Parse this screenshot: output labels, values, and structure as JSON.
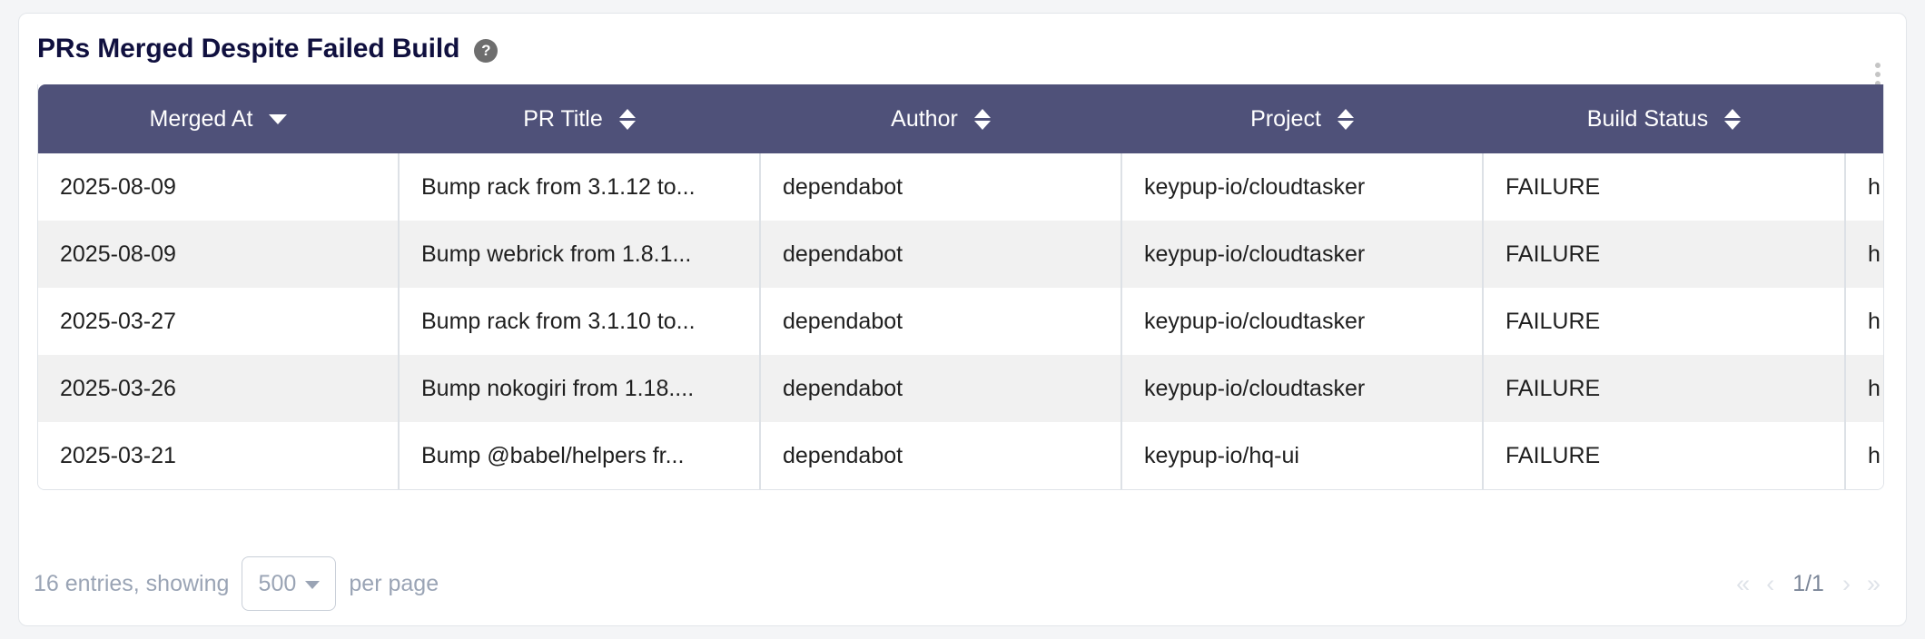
{
  "card": {
    "title": "PRs Merged Despite Failed Build",
    "help_icon": "help-circle-icon",
    "help_label": "?",
    "menu_icon": "kebab-menu-icon",
    "accent_header_color": "#4f5179",
    "title_color": "#10103f",
    "link_color": "#5b8def"
  },
  "table": {
    "columns": [
      {
        "key": "merged_at",
        "label": "Merged At",
        "sort": "desc",
        "icon": "sort-desc-icon"
      },
      {
        "key": "pr_title",
        "label": "PR Title",
        "sort": "none",
        "icon": "sort-both-icon"
      },
      {
        "key": "author",
        "label": "Author",
        "sort": "none",
        "icon": "sort-both-icon"
      },
      {
        "key": "project",
        "label": "Project",
        "sort": "none",
        "icon": "sort-both-icon"
      },
      {
        "key": "build_status",
        "label": "Build Status",
        "sort": "none",
        "icon": "sort-both-icon"
      },
      {
        "key": "link",
        "label": "",
        "sort": "none",
        "icon": "sort-both-icon"
      }
    ],
    "rows": [
      {
        "merged_at": "2025-08-09",
        "pr_title": "Bump rack from 3.1.12 to...",
        "author": "dependabot",
        "project": "keypup-io/cloudtasker",
        "build_status": "FAILURE",
        "link": "h"
      },
      {
        "merged_at": "2025-08-09",
        "pr_title": "Bump webrick from 1.8.1...",
        "author": "dependabot",
        "project": "keypup-io/cloudtasker",
        "build_status": "FAILURE",
        "link": "h"
      },
      {
        "merged_at": "2025-03-27",
        "pr_title": "Bump rack from 3.1.10 to...",
        "author": "dependabot",
        "project": "keypup-io/cloudtasker",
        "build_status": "FAILURE",
        "link": "h"
      },
      {
        "merged_at": "2025-03-26",
        "pr_title": "Bump nokogiri from 1.18....",
        "author": "dependabot",
        "project": "keypup-io/cloudtasker",
        "build_status": "FAILURE",
        "link": "h"
      },
      {
        "merged_at": "2025-03-21",
        "pr_title": "Bump @babel/helpers fr...",
        "author": "dependabot",
        "project": "keypup-io/hq-ui",
        "build_status": "FAILURE",
        "link": "h"
      }
    ]
  },
  "footer": {
    "entries_label": "16 entries, showing",
    "per_page_value": "500",
    "per_page_suffix": "per page",
    "pager": {
      "first_icon": "«",
      "prev_icon": "‹",
      "page_indicator": "1/1",
      "next_icon": "›",
      "last_icon": "»"
    }
  }
}
